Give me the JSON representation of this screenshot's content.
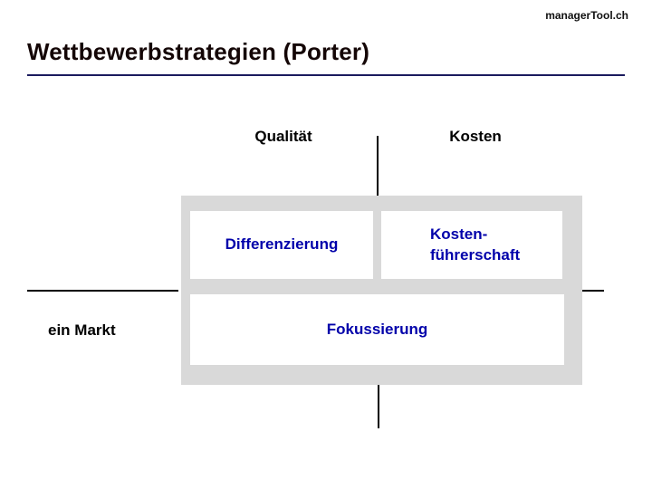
{
  "header": {
    "watermark": "managerTool.ch",
    "title": "Wettbewerbstrategien (Porter)"
  },
  "diagram": {
    "column_labels": {
      "left": "Qualität",
      "right": "Kosten"
    },
    "market_row_label": "ein Markt",
    "strategy_boxes": {
      "differentiation": "Differenzierung",
      "cost_leadership_line1": "Kosten-",
      "cost_leadership_line2": "führerschaft",
      "focus": "Fokussierung"
    }
  },
  "colors": {
    "title_underline": "#1b1b5e",
    "matrix_background": "#d9d9d9",
    "strategy_text": "#0000aa",
    "label_text": "#000000",
    "box_background": "#ffffff",
    "page_background": "#ffffff"
  }
}
